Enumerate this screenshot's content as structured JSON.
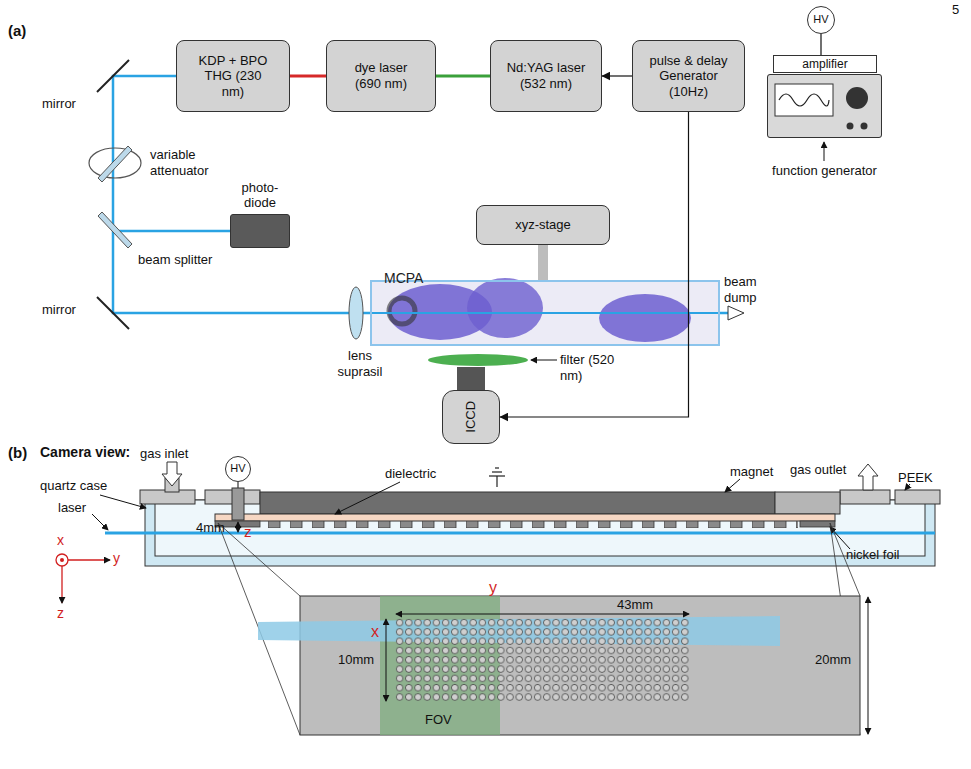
{
  "diagram": {
    "nodes": [
      {
        "text": [
          "KDP + BPO THG (230 nm)"
        ]
      },
      {
        "text": [
          "dye laser (690 nm)"
        ]
      },
      {
        "text": [
          "Nd:YAG laser (532 nm)"
        ]
      },
      {
        "text": [
          "pulse & delay Generator (10Hz)"
        ]
      },
      {
        "text": [
          "photo- diode"
        ]
      },
      {
        "text": [
          "xyz-stage"
        ]
      },
      {
        "text": [
          "MCPA"
        ]
      },
      {
        "text": [
          "ICCD"
        ]
      },
      {
        "text": [
          "HV"
        ]
      },
      {
        "text": [
          "amplifier"
        ]
      },
      {
        "text": [
          "function generator"
        ]
      },
      {
        "text": [
          "HV"
        ]
      }
    ],
    "edges": [
      {
        "from": 2,
        "to": 1,
        "arrow": "none"
      },
      {
        "from": 1,
        "to": 0,
        "arrow": "none"
      },
      {
        "from": 3,
        "to": 2,
        "arrow": "to"
      },
      {
        "from": 3,
        "to": 7,
        "arrow": "to"
      },
      {
        "from": 8,
        "to": 9,
        "arrow": "none"
      },
      {
        "from": 5,
        "to": 6,
        "arrow": "none"
      }
    ],
    "labels": [
      "5",
      "(a)",
      "mirror",
      "variable attenuator",
      "beam splitter",
      "mirror",
      "lens suprasil",
      "beam dump",
      "filter (520 nm)",
      "(b)",
      "Camera view:",
      "gas inlet",
      "quartz case",
      "laser",
      "dielectric",
      "magnet",
      "gas outlet",
      "PEEK",
      "4mm",
      "z",
      "nickel foil",
      "x",
      "y",
      "z",
      "y",
      "x",
      "43mm",
      "10mm",
      "20mm",
      "FOV"
    ]
  }
}
